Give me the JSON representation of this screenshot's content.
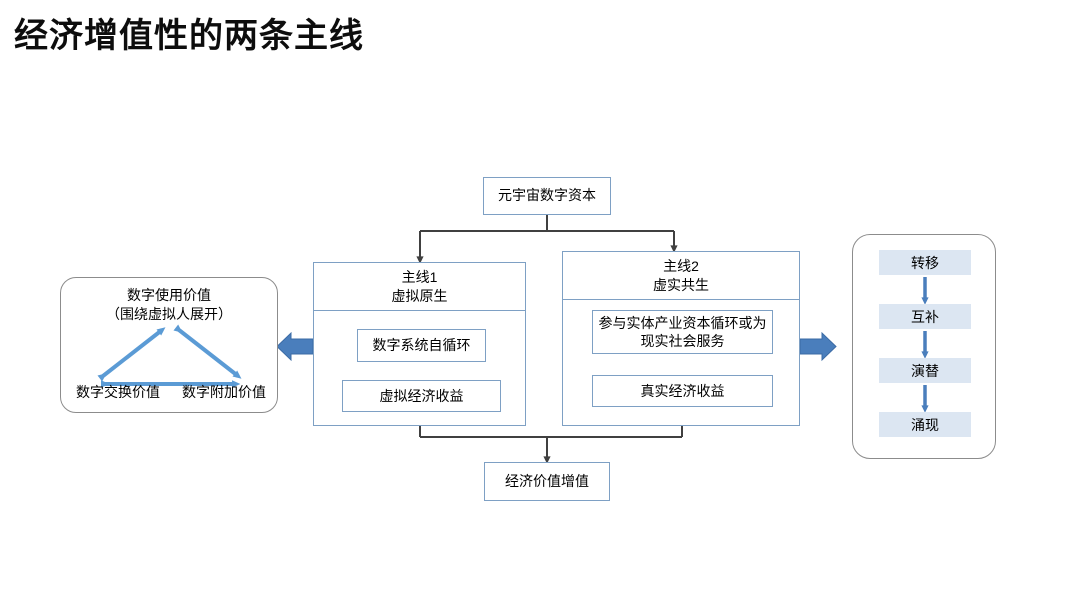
{
  "slide": {
    "title": "经济增值性的两条主线",
    "background": "#ffffff"
  },
  "colors": {
    "box_border": "#7ea0c4",
    "panel_border": "#8c8c8c",
    "connector": "#404040",
    "accent_blue": "#4a7ebc",
    "bar_fill": "#dce6f2",
    "title_color": "#0d0d0d"
  },
  "source": {
    "label": "元宇宙数字资本"
  },
  "left_panel": {
    "title": "数字使用价值\n（围绕虚拟人展开）",
    "node_top": "数字使用价值",
    "node_left": "数字交换价值",
    "node_right": "数字附加价值",
    "arrow_style": "double-headed"
  },
  "mainlines": [
    {
      "id": "mainline-1",
      "header_line1": "主线1",
      "header_line2": "虚拟原生",
      "step1": "数字系统自循环",
      "step2": "虚拟经济收益"
    },
    {
      "id": "mainline-2",
      "header_line1": "主线2",
      "header_line2": "虚实共生",
      "step1": "参与实体产业资本循环或为现实社会服务",
      "step2": "真实经济收益"
    }
  ],
  "right_panel": {
    "stages": [
      {
        "label": "转移"
      },
      {
        "label": "互补"
      },
      {
        "label": "演替"
      },
      {
        "label": "涌现"
      }
    ]
  },
  "result": {
    "label": "经济价值增值"
  },
  "connectors": {
    "left_block_arrow_direction": "left",
    "right_block_arrow_direction": "right"
  }
}
